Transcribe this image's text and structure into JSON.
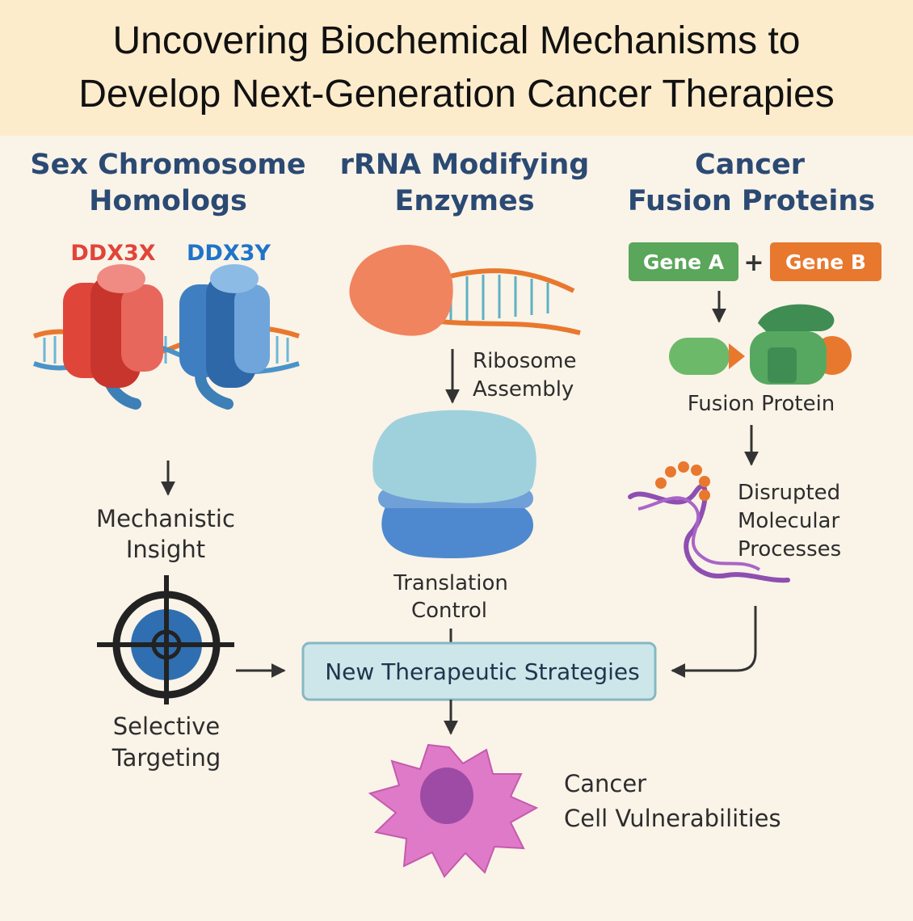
{
  "title": {
    "line1": "Uncovering Biochemical Mechanisms to",
    "line2": "Develop Next-Generation Cancer Therapies"
  },
  "columns": {
    "sex_chromosome": {
      "line1": "Sex Chromosome",
      "line2": "Homologs"
    },
    "rrna": {
      "line1": "rRNA Modifying",
      "line2": "Enzymes"
    },
    "fusion": {
      "line1": "Cancer",
      "line2": "Fusion Proteins"
    }
  },
  "labels": {
    "ddx3x": "DDX3X",
    "ddx3y": "DDX3Y",
    "gene_a": "Gene A",
    "plus": "+",
    "gene_b": "Gene B",
    "fusion_protein": "Fusion Protein",
    "disrupted_1": "Disrupted",
    "disrupted_2": "Molecular",
    "disrupted_3": "Processes",
    "ribosome_1": "Ribosome",
    "ribosome_2": "Assembly",
    "translation_1": "Translation",
    "translation_2": "Control",
    "mechanistic_1": "Mechanistic",
    "mechanistic_2": "Insight",
    "selective_1": "Selective",
    "selective_2": "Targeting",
    "strategies": "New Therapeutic Strategies",
    "cancer_1": "Cancer",
    "cancer_2": "Cell Vulnerabilities"
  },
  "colors": {
    "banner": "#fdeccb",
    "panel": "#faf3e8",
    "header_text": "#2b4a73",
    "ddx3x": "#e0453a",
    "ddx3y": "#1f74c9",
    "gene_a": "#5aa65a",
    "gene_b": "#e8782e",
    "strategies_box": "#cde6ea",
    "cancer_cell": "#df7ac8"
  }
}
